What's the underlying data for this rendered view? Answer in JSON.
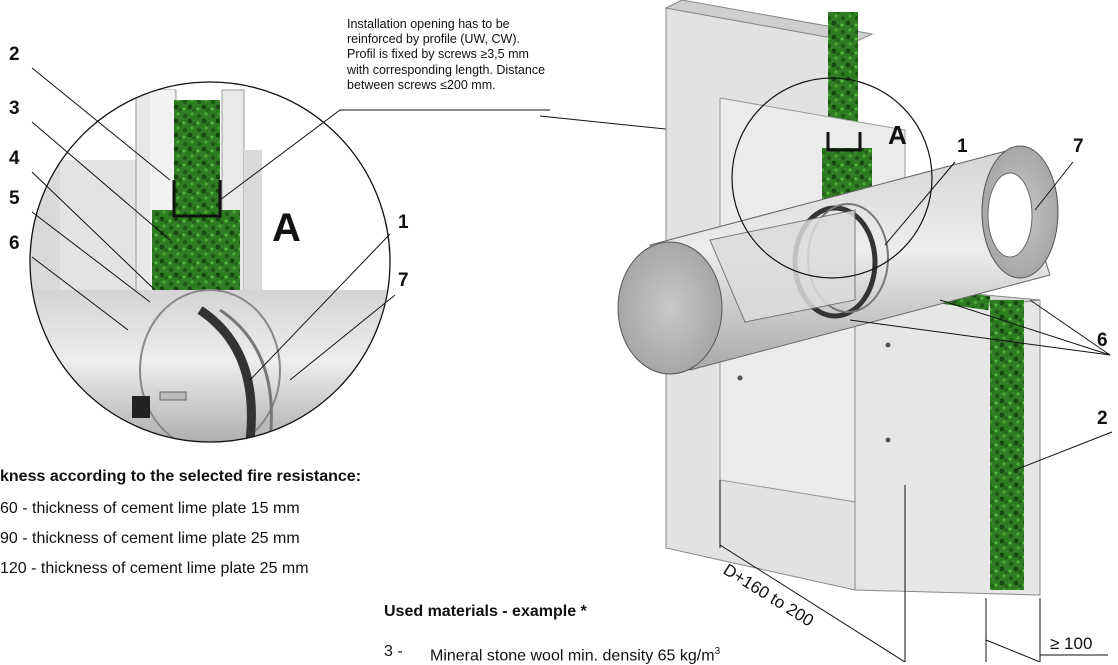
{
  "installation_note": {
    "lines": [
      "Installation opening has to be",
      "reinforced by profile (UW, CW).",
      "Profil is fixed by screws ≥3,5 mm",
      "with corresponding length. Distance",
      "between screws ≤200 mm."
    ]
  },
  "detail_label": "A",
  "detail_numbers": [
    "2",
    "3",
    "4",
    "5",
    "6",
    "1",
    "7"
  ],
  "main_numbers": [
    "1",
    "7",
    "6",
    "2"
  ],
  "thickness": {
    "heading": "kness according to the selected fire resistance:",
    "rows": [
      "60 - thickness of cement lime plate 15 mm",
      "90 - thickness of cement lime plate 25 mm",
      "120 - thickness of cement lime plate 25 mm"
    ]
  },
  "materials": {
    "heading": "Used materials - example *",
    "item_number": "3 -",
    "item_text": "Mineral stone wool min. density 65 kg/m",
    "item_sup": "3"
  },
  "dimensions": {
    "width_label": "D+160 to 200",
    "depth_label": "≥ 100"
  },
  "colors": {
    "wool_green": "#2f7d22",
    "plate_gray": "#e6e6e6",
    "duct_gray": "#bdbdbd",
    "line": "#111111"
  }
}
